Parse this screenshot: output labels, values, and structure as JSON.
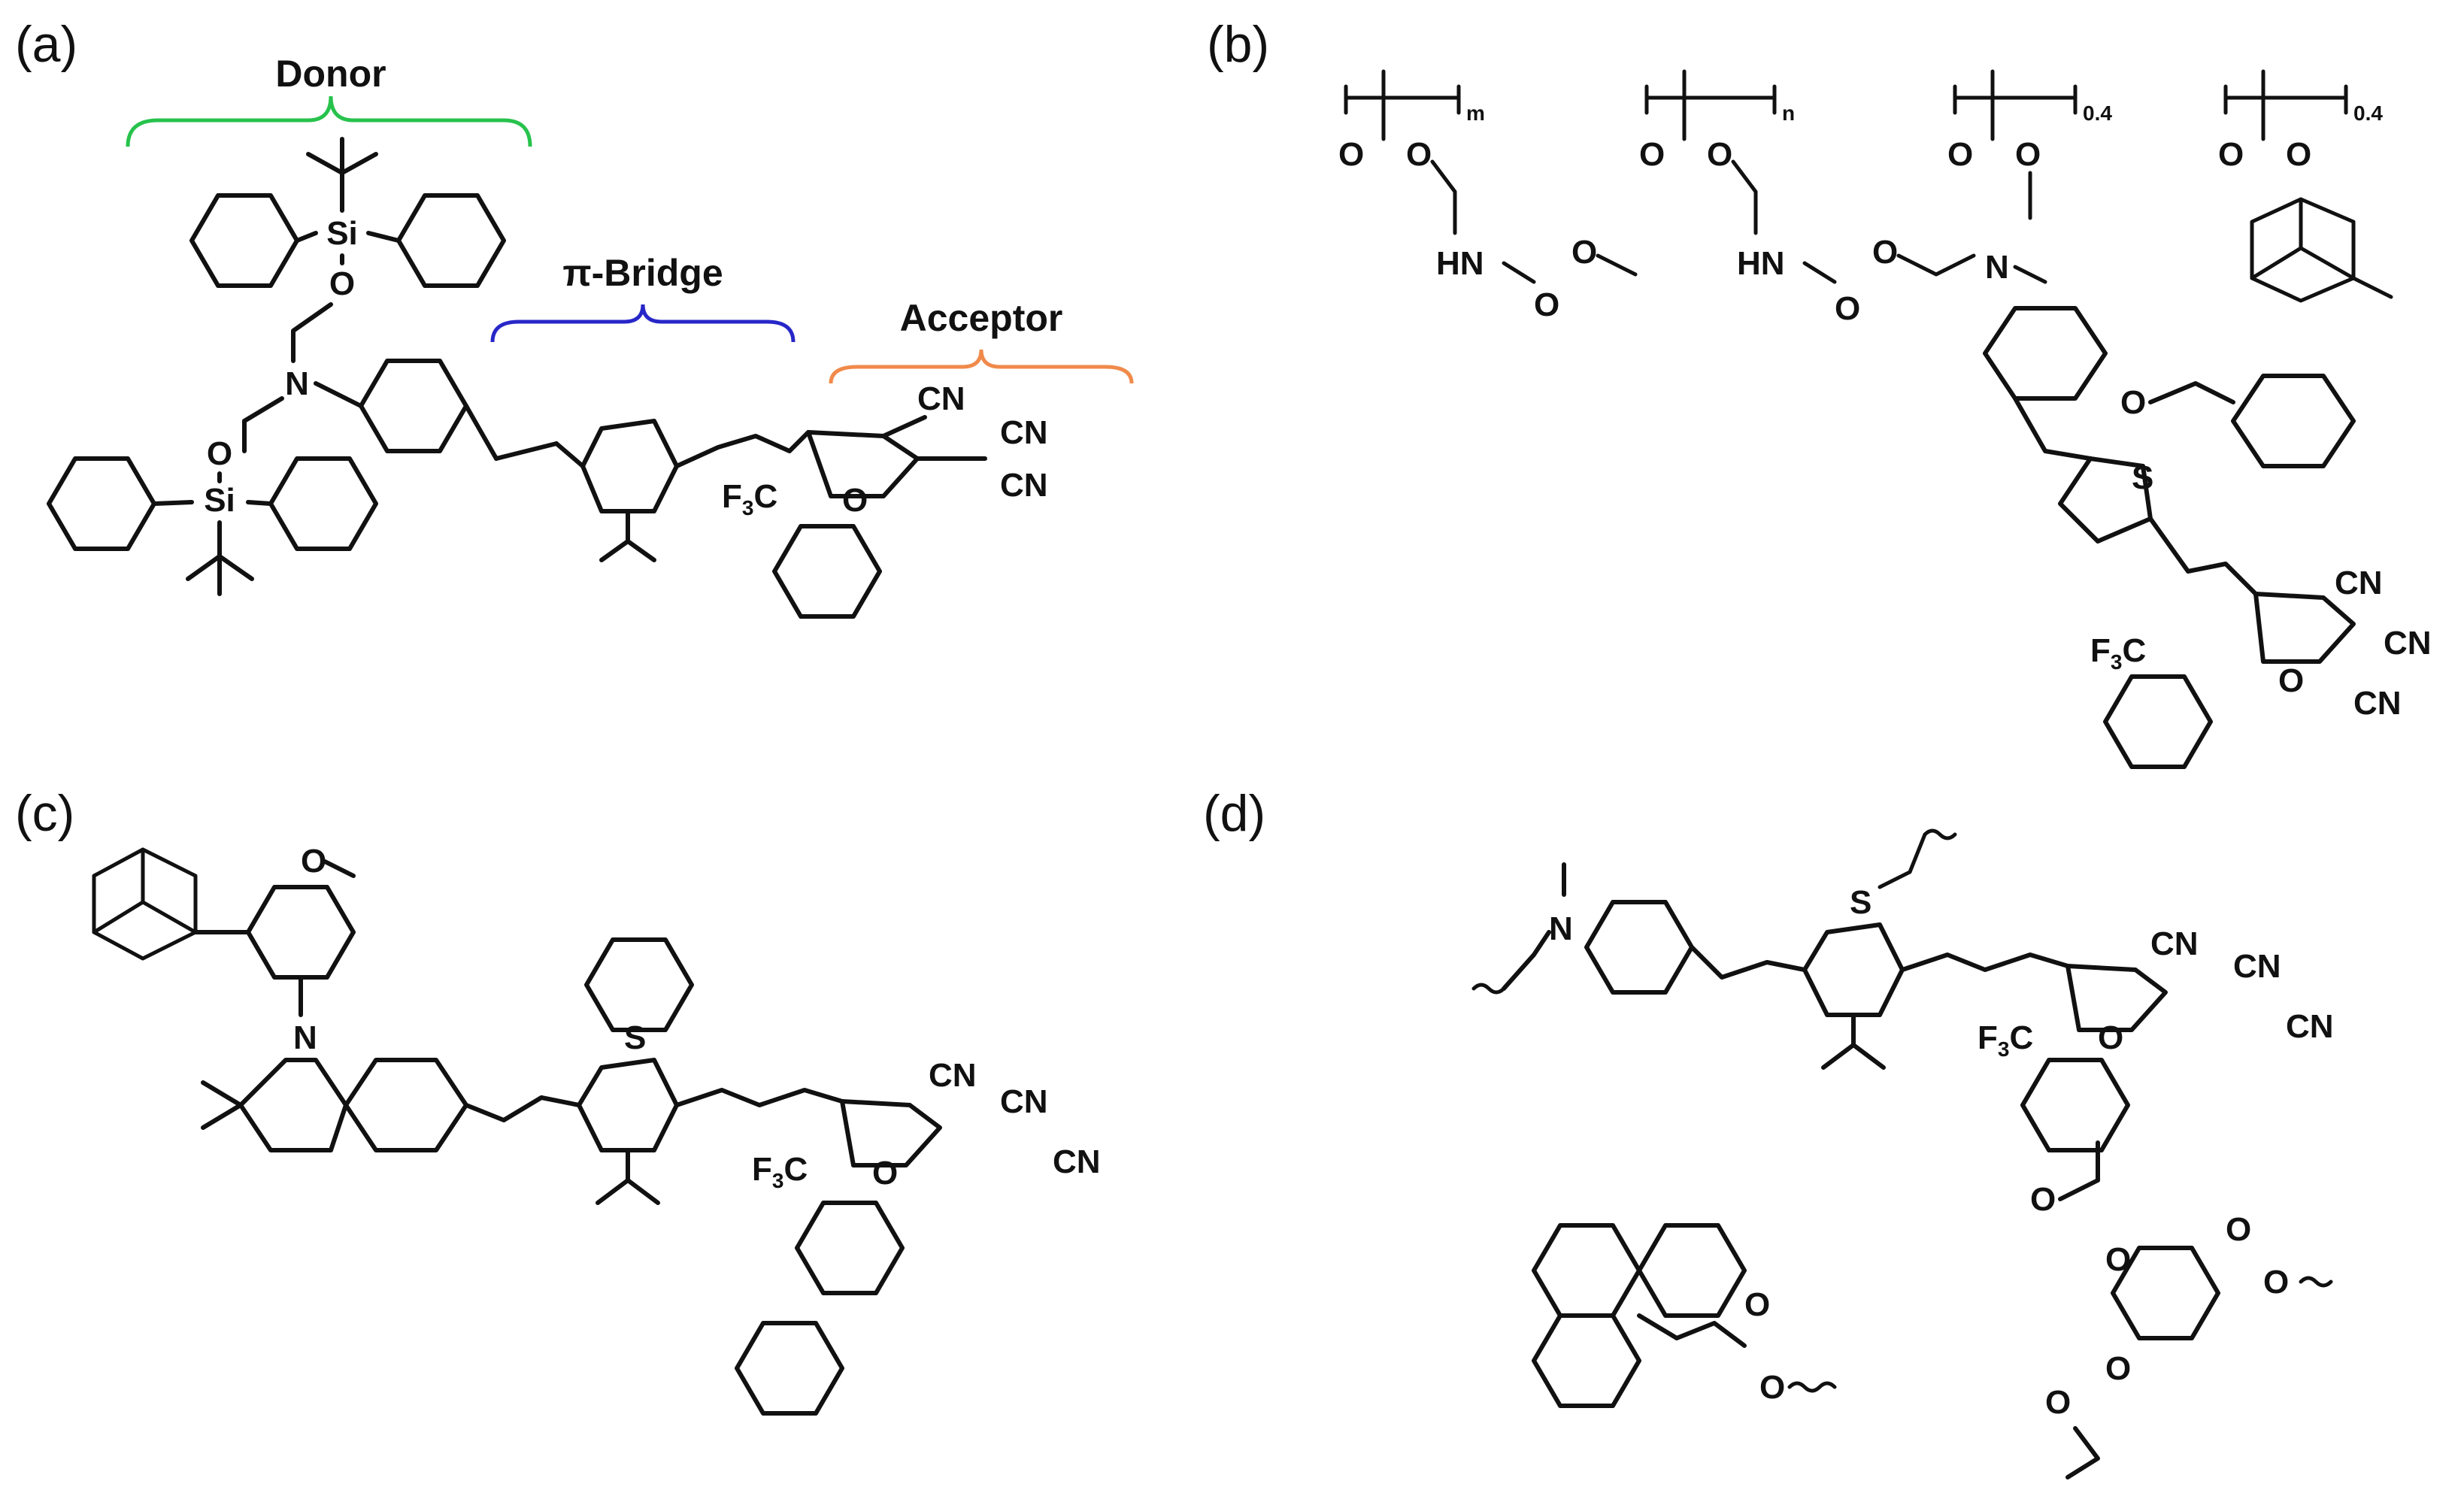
{
  "colors": {
    "donor_brace": "#27c24c",
    "bridge_brace": "#2727c8",
    "acceptor_brace": "#f08a4b",
    "ink": "#111111"
  },
  "panels": {
    "a": {
      "label": "(a)",
      "donor": "Donor",
      "bridge": "π-Bridge",
      "acceptor": "Acceptor"
    },
    "b": {
      "label": "(b)",
      "sub_m": "m",
      "sub_n": "n",
      "sub_04a": "0.4",
      "sub_04b": "0.4"
    },
    "c": {
      "label": "(c)"
    },
    "d": {
      "label": "(d)"
    }
  },
  "atoms": {
    "si": "Si",
    "o": "O",
    "n": "N",
    "s": "S",
    "hn": "HN",
    "cn": "CN",
    "f3c": "F",
    "f3c_sub": "3",
    "f3c_c": "C"
  }
}
